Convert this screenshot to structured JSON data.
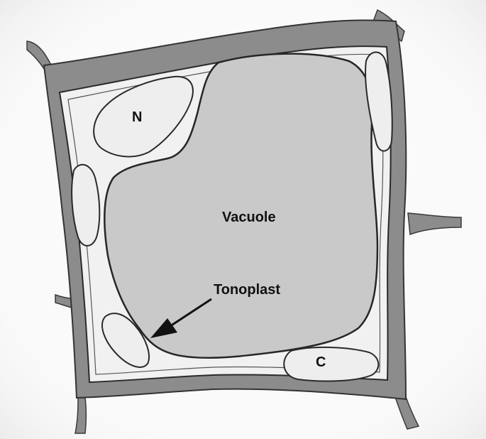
{
  "labels": {
    "nucleus": "N",
    "vacuole": "Vacuole",
    "tonoplast": "Tonoplast",
    "chloroplast": "C"
  },
  "colors": {
    "background": "#ffffff",
    "cell_wall": "#8c8c8c",
    "cytoplasm": "#f1f1f1",
    "vacuole": "#c9c9c9",
    "organelle": "#eeeeee",
    "outline": "#2a2a2a"
  }
}
